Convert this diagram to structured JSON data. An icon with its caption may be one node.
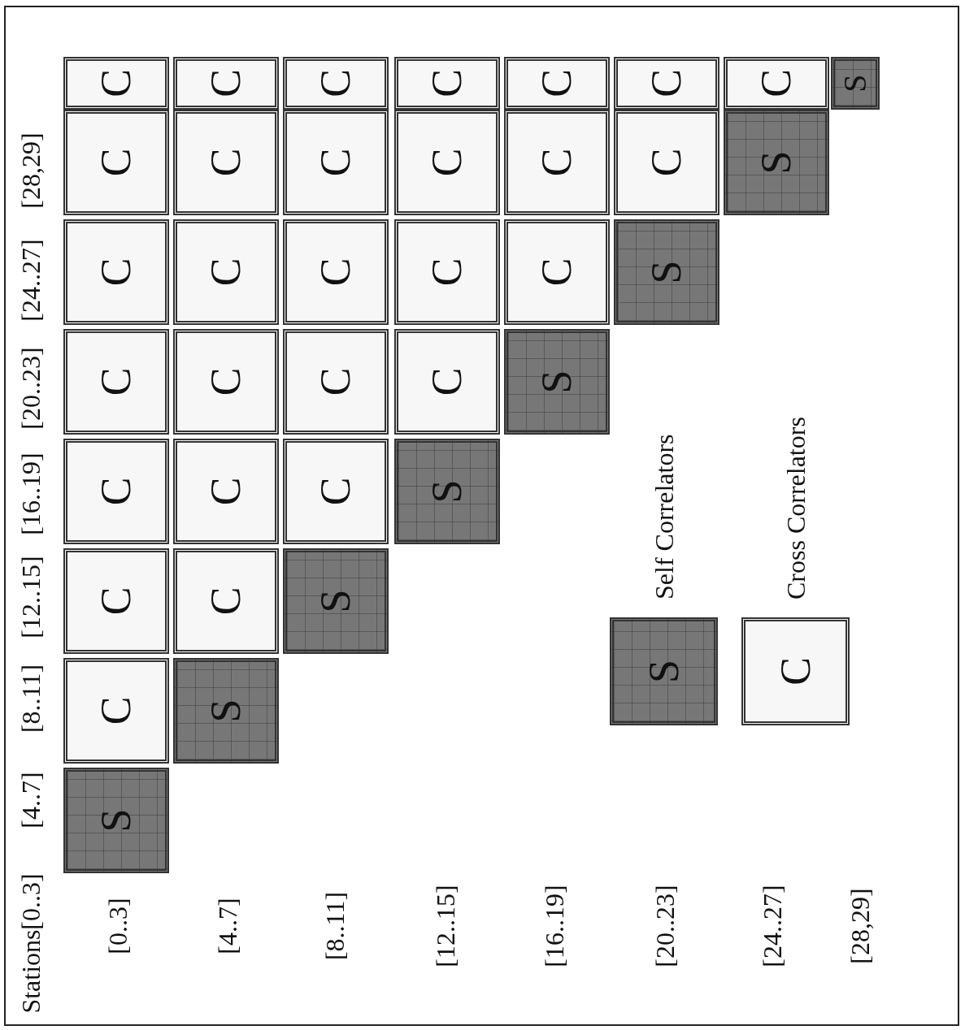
{
  "diagram": {
    "nodes": [
      {
        "text": [
          "S"
        ]
      },
      {
        "text": [
          "C"
        ]
      },
      {
        "text": [
          "C"
        ]
      },
      {
        "text": [
          "C"
        ]
      },
      {
        "text": [
          "C"
        ]
      },
      {
        "text": [
          "C"
        ]
      },
      {
        "text": [
          "C"
        ]
      },
      {
        "text": [
          "C"
        ]
      },
      {
        "text": [
          "S"
        ]
      },
      {
        "text": [
          "C"
        ]
      },
      {
        "text": [
          "C"
        ]
      },
      {
        "text": [
          "C"
        ]
      },
      {
        "text": [
          "C"
        ]
      },
      {
        "text": [
          "C"
        ]
      },
      {
        "text": [
          "C"
        ]
      },
      {
        "text": [
          "S"
        ]
      },
      {
        "text": [
          "C"
        ]
      },
      {
        "text": [
          "C"
        ]
      },
      {
        "text": [
          "C"
        ]
      },
      {
        "text": [
          "C"
        ]
      },
      {
        "text": [
          "C"
        ]
      },
      {
        "text": [
          "S"
        ]
      },
      {
        "text": [
          "C"
        ]
      },
      {
        "text": [
          "C"
        ]
      },
      {
        "text": [
          "C"
        ]
      },
      {
        "text": [
          "C"
        ]
      },
      {
        "text": [
          "S"
        ]
      },
      {
        "text": [
          "C"
        ]
      },
      {
        "text": [
          "C"
        ]
      },
      {
        "text": [
          "C"
        ]
      },
      {
        "text": [
          "S"
        ]
      },
      {
        "text": [
          "C"
        ]
      },
      {
        "text": [
          "C"
        ]
      },
      {
        "text": [
          "S"
        ]
      },
      {
        "text": [
          "C"
        ]
      },
      {
        "text": [
          "S"
        ]
      },
      {
        "text": [
          "S"
        ],
        "beside": [
          "Self Correlators"
        ]
      },
      {
        "text": [
          "C"
        ],
        "beside": [
          "Cross Correlators"
        ]
      }
    ],
    "labels": [
      "Stations",
      "[0..3]",
      "[4..7]",
      "[8..11]",
      "[12..15]",
      "[16..19]",
      "[20..23]",
      "[24..27]",
      "[28,29]",
      "[0..3]",
      "[4..7]",
      "[8..11]",
      "[12..15]",
      "[16..19]",
      "[20..23]",
      "[24..27]",
      "[28,29]"
    ]
  }
}
